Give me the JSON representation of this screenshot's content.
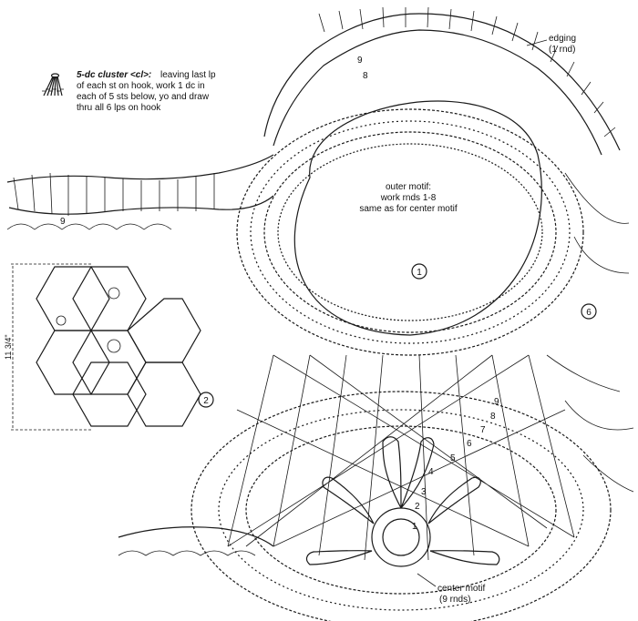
{
  "legend": {
    "title": "5-dc cluster <cl>:",
    "line1": "leaving last lp",
    "line2": "of each st on hook, work 1 dc in",
    "line3": "each of 5 sts below, yo and draw",
    "line4": "thru all 6 lps on hook"
  },
  "edging_label": {
    "line1": "edging",
    "line2": "(1 rnd)"
  },
  "outer_motif_label": {
    "line1": "outer motif:",
    "line2": "work rnds 1-8",
    "line3": "same as for center motif"
  },
  "center_motif_label": {
    "line1": "center motif",
    "line2": "(9 rnds)"
  },
  "dimension_label": "11 3/4\"",
  "circled_numbers": {
    "one": "1",
    "two": "2",
    "six": "6"
  },
  "round_numbers": {
    "top_nine": "9",
    "top_eight": "8",
    "left_nine": "9",
    "r1": "1",
    "r2": "2",
    "r3": "3",
    "r4": "4",
    "r5": "5",
    "r6": "6",
    "r7": "7",
    "r8": "8",
    "r9": "9"
  }
}
